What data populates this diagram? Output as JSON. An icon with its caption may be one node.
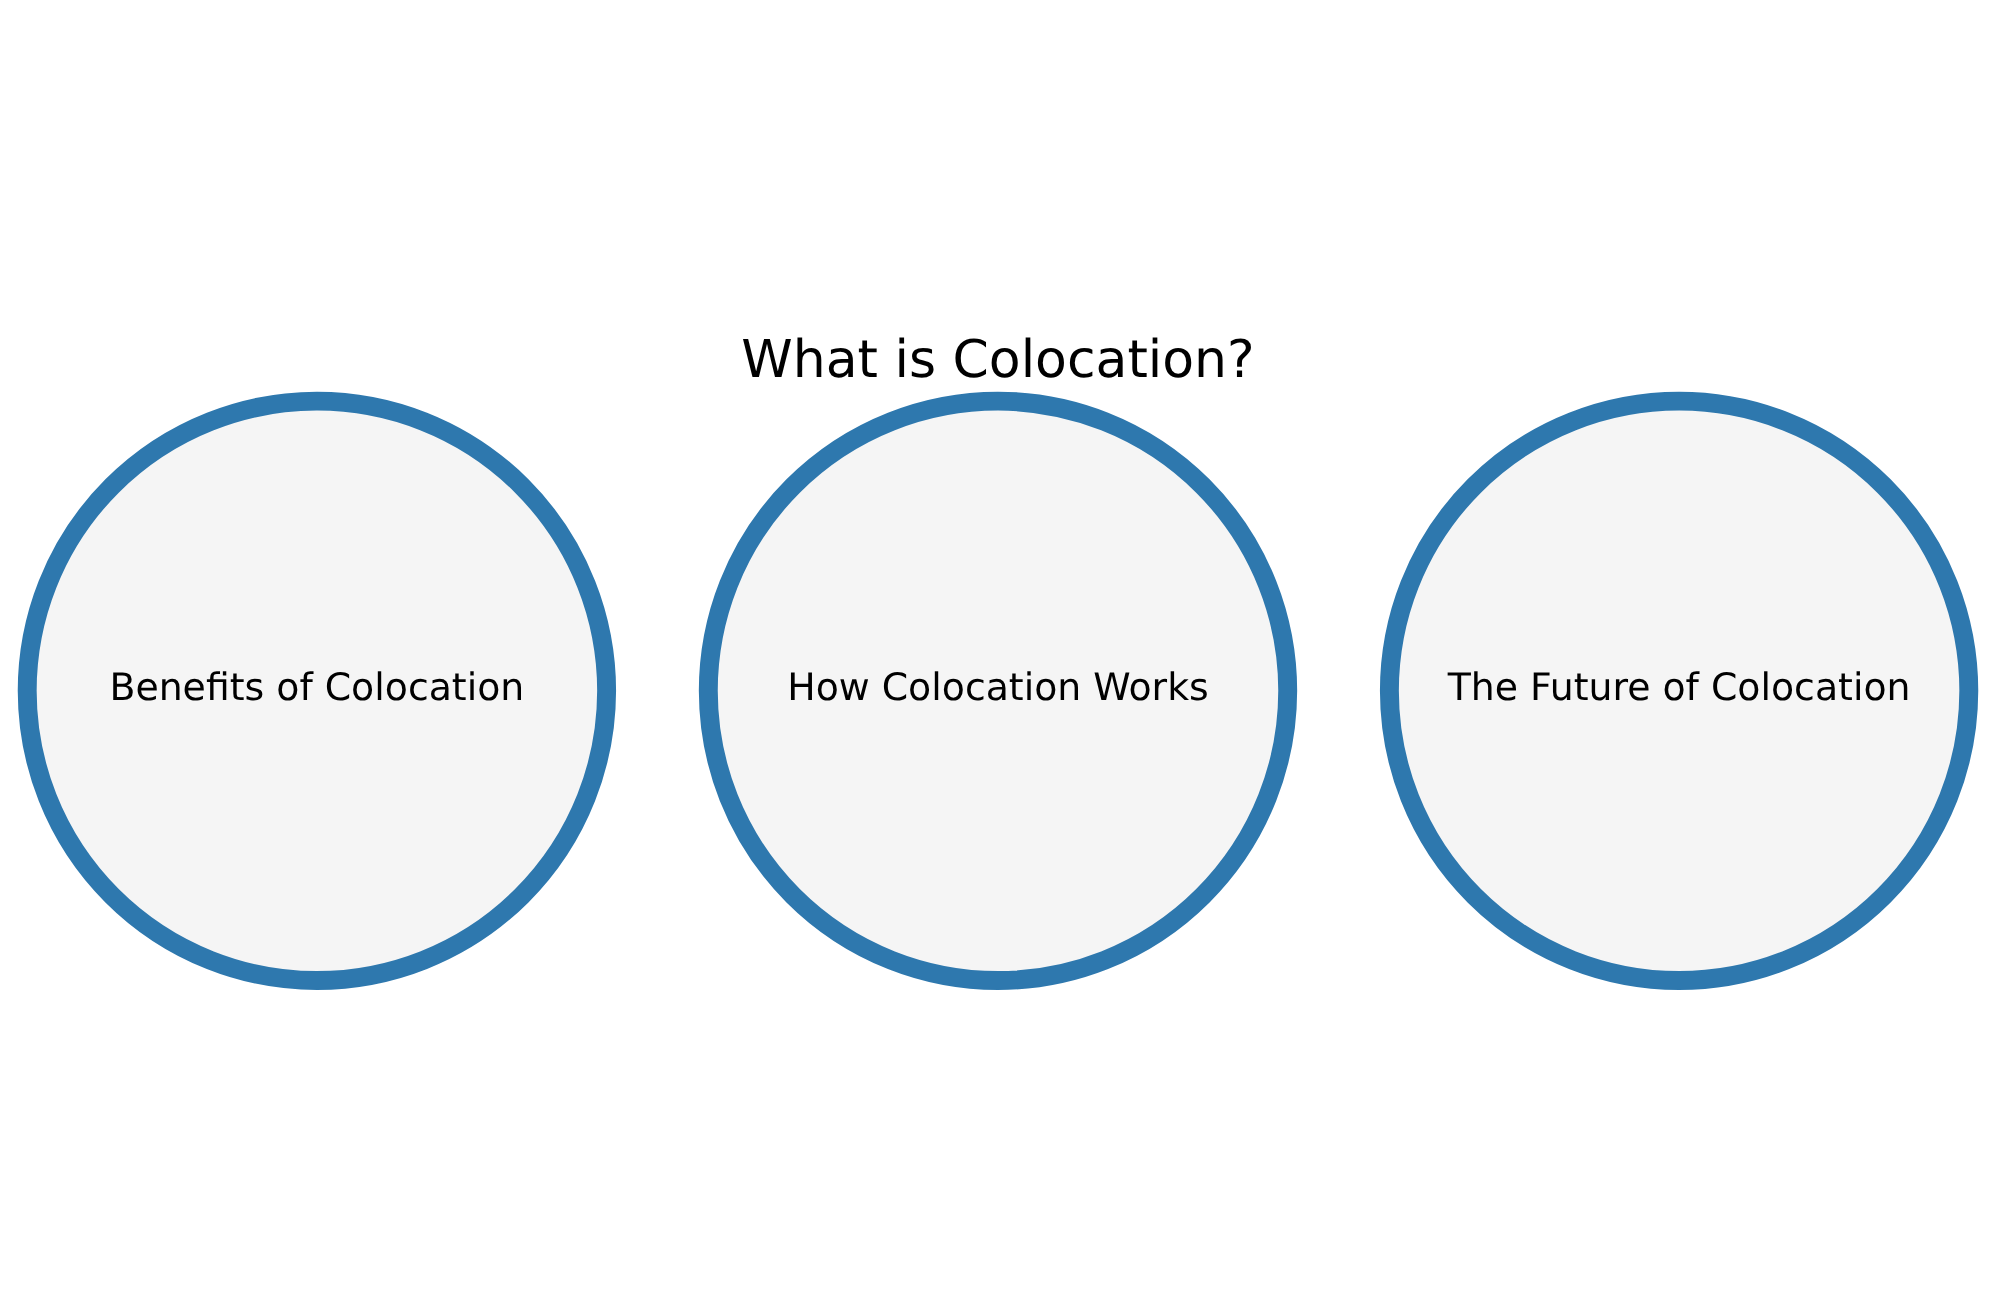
{
  "diagram": {
    "title": "What is Colocation?",
    "nodes": [
      {
        "text": [
          "Benefits of Colocation"
        ]
      },
      {
        "text": [
          "How Colocation Works"
        ]
      },
      {
        "text": [
          "The Future of Colocation"
        ]
      }
    ],
    "edges": []
  }
}
